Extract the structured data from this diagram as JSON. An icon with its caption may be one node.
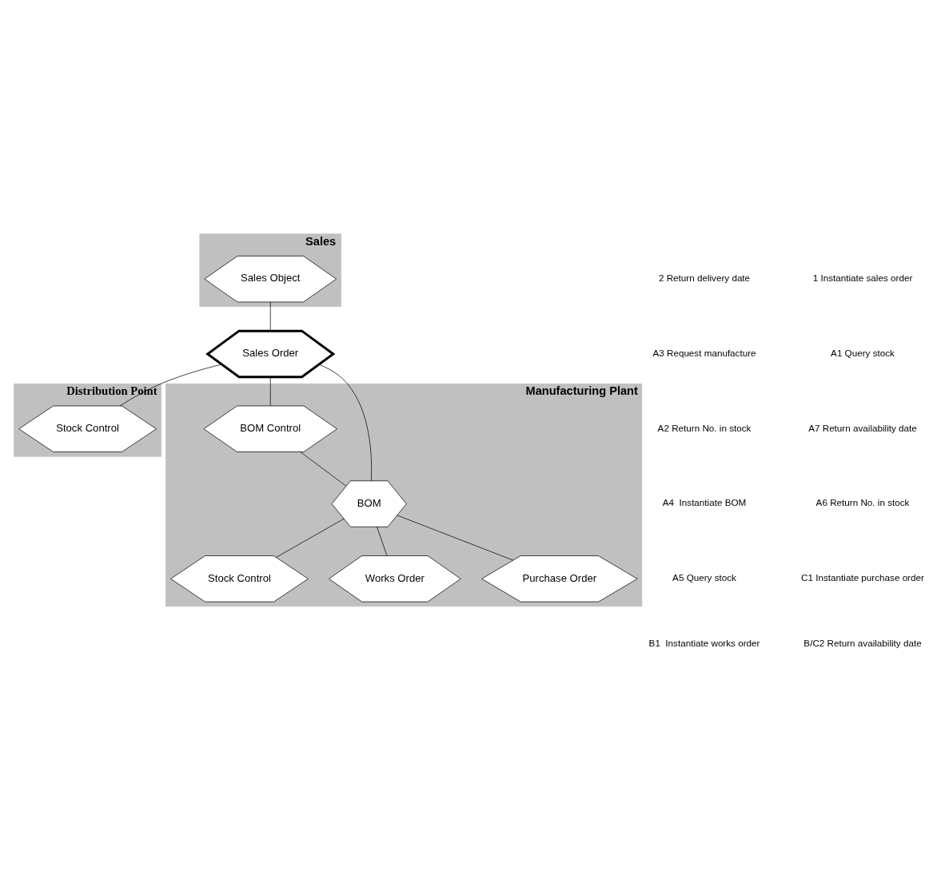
{
  "diagram": {
    "nodes": [
      {
        "text": [
          "Sales"
        ]
      },
      {
        "text": [
          "Sales Object"
        ],
        "in": 0
      },
      {
        "text": [
          "Sales Order"
        ]
      },
      {
        "text": [
          "Distribution Point"
        ]
      },
      {
        "text": [
          "Stock Control"
        ],
        "in": 3
      },
      {
        "text": [
          "Manufacturing Plant"
        ]
      },
      {
        "text": [
          "BOM Control"
        ],
        "in": 5
      },
      {
        "text": [
          "BOM"
        ],
        "in": 5
      },
      {
        "text": [
          "Stock Control"
        ],
        "in": 5
      },
      {
        "text": [
          "Works Order"
        ],
        "in": 5
      },
      {
        "text": [
          "Purchase Order"
        ],
        "in": 5
      }
    ],
    "edges": [
      {
        "from": 1,
        "to": 2,
        "arrow": "none"
      },
      {
        "from": 2,
        "to": 6,
        "arrow": "none"
      },
      {
        "from": 2,
        "to": 4,
        "arrow": "none"
      },
      {
        "from": 2,
        "to": 7,
        "arrow": "none"
      },
      {
        "from": 6,
        "to": 7,
        "arrow": "none"
      },
      {
        "from": 7,
        "to": 8,
        "arrow": "none"
      },
      {
        "from": 7,
        "to": 9,
        "arrow": "none"
      },
      {
        "from": 7,
        "to": 10,
        "arrow": "none"
      }
    ],
    "labels": [
      "2 Return delivery date",
      "1 Instantiate sales order",
      "A3 Request manufacture",
      "A1 Query stock",
      "A2 Return No. in stock",
      "A7 Return availability date",
      "A4  Instantiate BOM",
      "A6 Return No. in stock",
      "A5 Query stock",
      "C1 Instantiate purchase order",
      "B1  Instantiate works order",
      "B/C2 Return availability date"
    ]
  }
}
